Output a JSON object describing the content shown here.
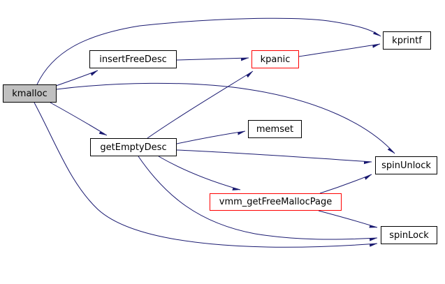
{
  "diagram": {
    "kind": "call-graph",
    "root_function": "kmalloc",
    "background_color": "#ffffff",
    "edge_color": "#191970",
    "node_border_color": "#000000",
    "highlight_border_color": "#ff0000",
    "root_fill_color": "#c0c0c0",
    "node_fill_color": "#ffffff",
    "nodes": {
      "kmalloc": {
        "label": "kmalloc",
        "style": "root"
      },
      "insertFreeDesc": {
        "label": "insertFreeDesc",
        "style": "normal"
      },
      "kpanic": {
        "label": "kpanic",
        "style": "red-border"
      },
      "kprintf": {
        "label": "kprintf",
        "style": "normal"
      },
      "memset": {
        "label": "memset",
        "style": "normal"
      },
      "getEmptyDesc": {
        "label": "getEmptyDesc",
        "style": "normal"
      },
      "spinUnlock": {
        "label": "spinUnlock",
        "style": "normal"
      },
      "vmm_getFreeMallocPage": {
        "label": "vmm_getFreeMallocPage",
        "style": "red-border"
      },
      "spinLock": {
        "label": "spinLock",
        "style": "normal"
      }
    },
    "edges": [
      {
        "from": "kmalloc",
        "to": "kprintf"
      },
      {
        "from": "kmalloc",
        "to": "insertFreeDesc"
      },
      {
        "from": "kmalloc",
        "to": "getEmptyDesc"
      },
      {
        "from": "kmalloc",
        "to": "spinUnlock"
      },
      {
        "from": "kmalloc",
        "to": "spinLock"
      },
      {
        "from": "insertFreeDesc",
        "to": "kpanic"
      },
      {
        "from": "kpanic",
        "to": "kprintf"
      },
      {
        "from": "getEmptyDesc",
        "to": "kpanic"
      },
      {
        "from": "getEmptyDesc",
        "to": "memset"
      },
      {
        "from": "getEmptyDesc",
        "to": "spinUnlock"
      },
      {
        "from": "getEmptyDesc",
        "to": "vmm_getFreeMallocPage"
      },
      {
        "from": "getEmptyDesc",
        "to": "spinLock"
      },
      {
        "from": "vmm_getFreeMallocPage",
        "to": "spinUnlock"
      },
      {
        "from": "vmm_getFreeMallocPage",
        "to": "spinLock"
      }
    ]
  }
}
